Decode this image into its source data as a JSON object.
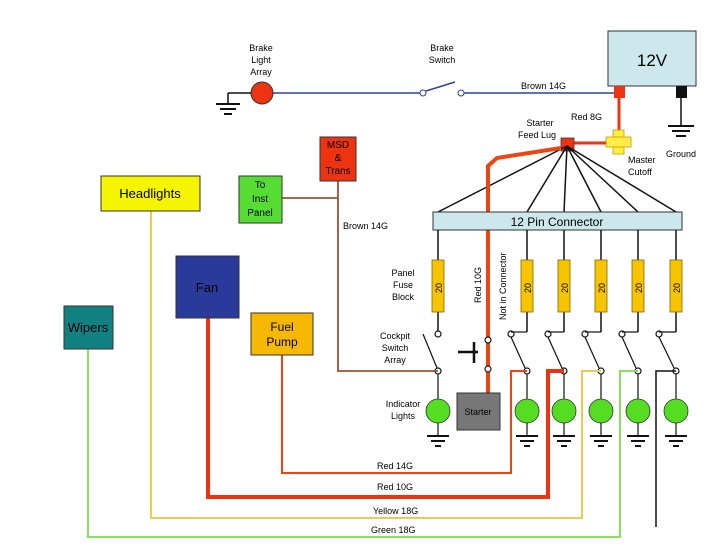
{
  "battery": {
    "label": "12V",
    "fill": "#cce8ec"
  },
  "ground_label": "Ground",
  "brake_light_label": [
    "Brake",
    "Light",
    "Array"
  ],
  "brake_switch_label": [
    "Brake",
    "Switch"
  ],
  "wire_labels": {
    "brown_top": "Brown 14G",
    "red_8g": "Red 8G",
    "brown_mid": "Brown 14G",
    "red_10g_vertical": "Red 10G",
    "not_in_connector": "Not in Connector",
    "red_14g": "Red 14G",
    "red_10g": "Red 10G",
    "yellow_18g": "Yellow 18G",
    "green_18g": "Green 18G"
  },
  "starter_feed_lug_label": [
    "Starter",
    "Feed Lug"
  ],
  "master_cutoff_label": [
    "Master",
    "Cutoff"
  ],
  "connector_label": "12 Pin Connector",
  "msd_label": [
    "MSD",
    "&",
    "Trans"
  ],
  "inst_panel_label": [
    "To",
    "Inst",
    "Panel"
  ],
  "headlights_label": "Headlights",
  "fan_label": "Fan",
  "wipers_label": "Wipers",
  "fuel_pump_label": [
    "Fuel",
    "Pump"
  ],
  "panel_fuse_label": [
    "Panel",
    "Fuse",
    "Block"
  ],
  "fuse_value": "20",
  "cockpit_switch_label": [
    "Cockpit",
    "Switch",
    "Array"
  ],
  "indicator_lights_label": [
    "Indicator",
    "Lights"
  ],
  "starter_label": "Starter",
  "colors": {
    "brown": "#a0522d",
    "blue": "#2f3fa8",
    "red": "#ee3311",
    "orange_red": "#f05020",
    "yellow": "#f2c94c",
    "green": "#88e060",
    "indicator_green": "#55dd22",
    "fan_blue": "#2a3a9a",
    "wipers_teal": "#108080",
    "fuel_orange": "#f7b800",
    "headlights_yellow": "#f5f500",
    "inst_green": "#55dd33",
    "msd_red": "#ee3311"
  }
}
